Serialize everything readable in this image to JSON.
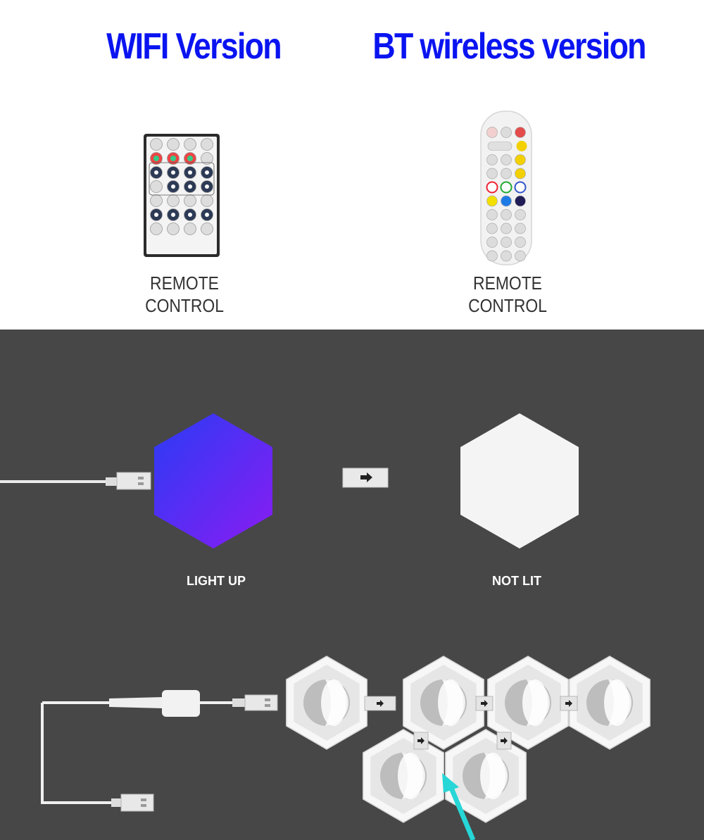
{
  "versions": {
    "wifi": {
      "title": "WIFI Version",
      "label_line1": "REMOTE",
      "label_line2": "CONTROL"
    },
    "bt": {
      "title": "BT wireless version",
      "label_line1": "REMOTE",
      "label_line2": "CONTROL"
    }
  },
  "demo": {
    "lit_label": "LIGHT UP",
    "unlit_label": "NOT LIT"
  },
  "colors": {
    "title_blue": "#0a14f0",
    "panel_bg": "#474747",
    "lit_gradient_start": "#2a3cf5",
    "lit_gradient_end": "#8a1cf2",
    "arrow_cyan": "#27d6d6"
  }
}
